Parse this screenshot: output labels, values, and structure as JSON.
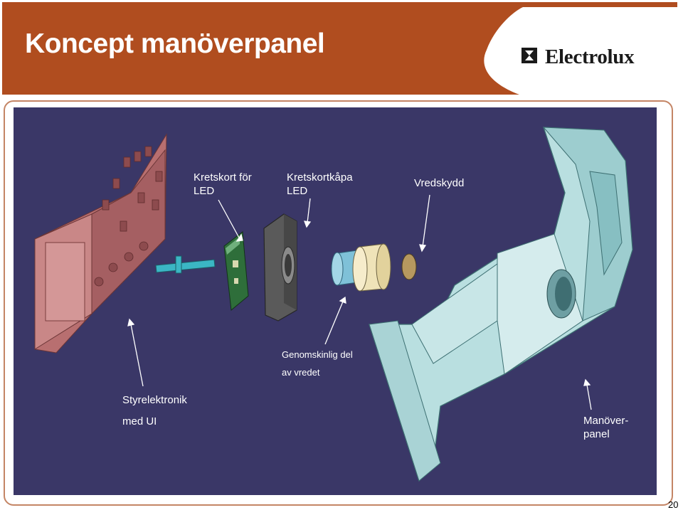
{
  "slide": {
    "title": "Koncept manöverpanel",
    "page_number": "20"
  },
  "logo": {
    "brand": "Electrolux",
    "icon": "electrolux-logo-icon"
  },
  "colors": {
    "header": "#b04d1f",
    "stage_background": "#3a3767",
    "frame_border": "#c48565"
  },
  "labels": {
    "kretskort_line1": "Kretskort för",
    "kretskort_line2": "LED",
    "kapa_line1": "Kretskortkåpa",
    "kapa_line2": "LED",
    "vredskydd": "Vredskydd",
    "genom_line1": "Genomskinlig del",
    "genom_line2": "av vredet",
    "styr_line1": "Styrelektronik",
    "styr_line2": "med UI",
    "panel_line1": "Manöver-",
    "panel_line2": "panel"
  }
}
